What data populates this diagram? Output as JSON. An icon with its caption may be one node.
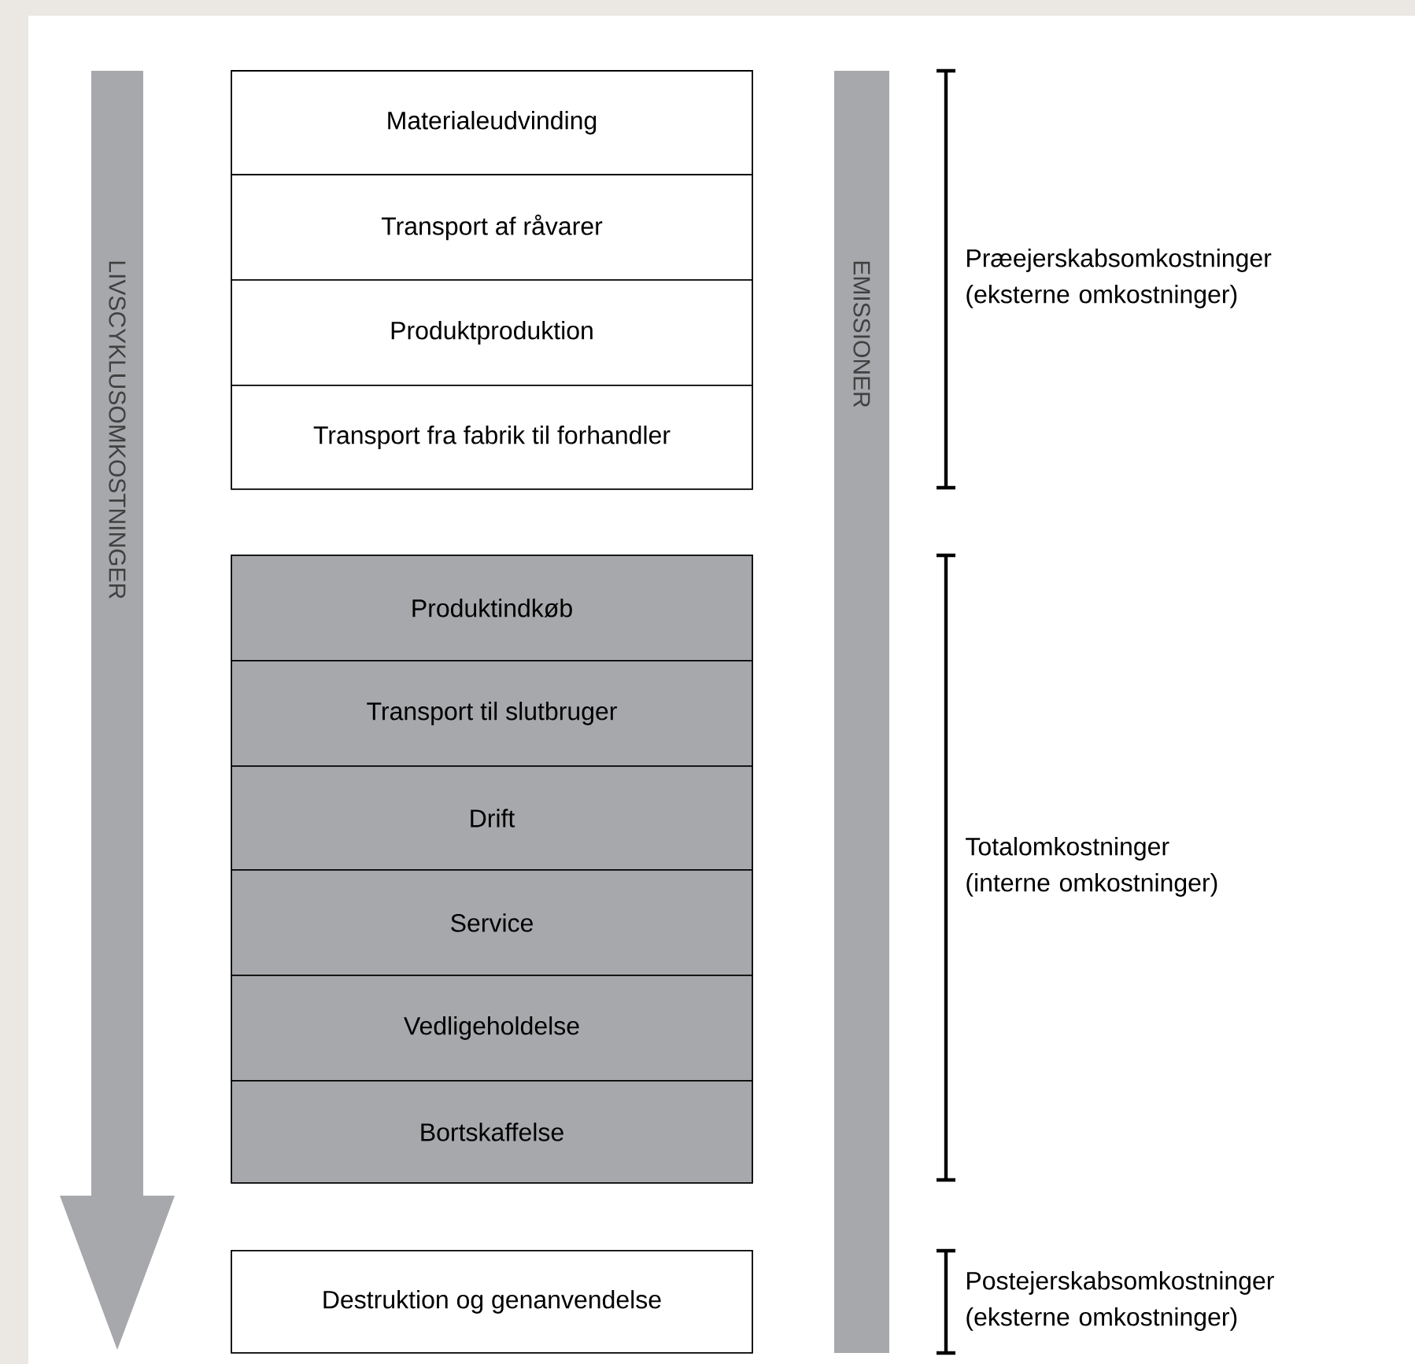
{
  "diagram": {
    "nodes": [
      {
        "text": [
          "LIVSCYKLUSOMKOSTNINGER"
        ]
      },
      {
        "text": [
          "Materialeudvinding"
        ]
      },
      {
        "text": [
          "Transport af råvarer"
        ]
      },
      {
        "text": [
          "Produktproduktion"
        ]
      },
      {
        "text": [
          "Transport fra fabrik til forhandler"
        ]
      },
      {
        "text": [
          "Produktindkøb"
        ]
      },
      {
        "text": [
          "Transport til slutbruger"
        ]
      },
      {
        "text": [
          "Drift"
        ]
      },
      {
        "text": [
          "Service"
        ]
      },
      {
        "text": [
          "Vedligeholdelse"
        ]
      },
      {
        "text": [
          "Bortskaffelse"
        ]
      },
      {
        "text": [
          "Destruktion og genanvendelse"
        ]
      },
      {
        "text": [
          "EMISSIONER"
        ]
      }
    ],
    "labels": [
      "Præejerskabsomkostninger (eksterne omkostninger)",
      "Totalomkostninger (interne omkostninger)",
      "Postejerskabsomkostninger (eksterne omkostninger)"
    ]
  }
}
